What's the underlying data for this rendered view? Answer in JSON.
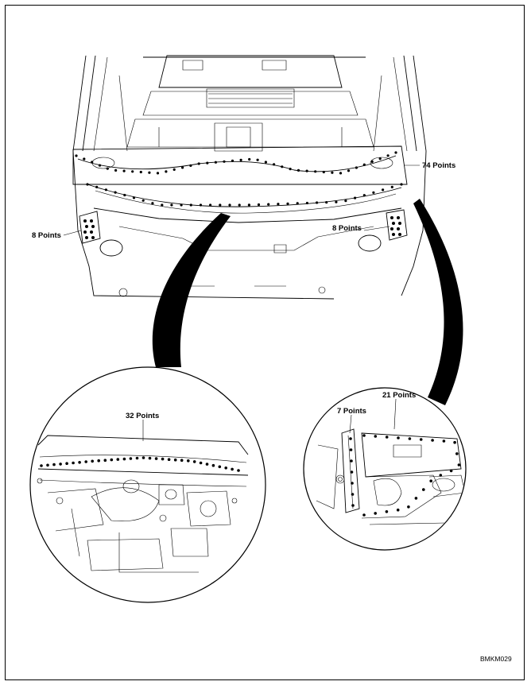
{
  "labels": {
    "upper_weld_count": "74 Points",
    "left_pillar_count": "8 Points",
    "right_pillar_count": "8 Points",
    "detail_left_count": "32 Points",
    "detail_right_small_count": "7 Points",
    "detail_right_large_count": "21 Points"
  },
  "figure_ref": "BMKM029"
}
